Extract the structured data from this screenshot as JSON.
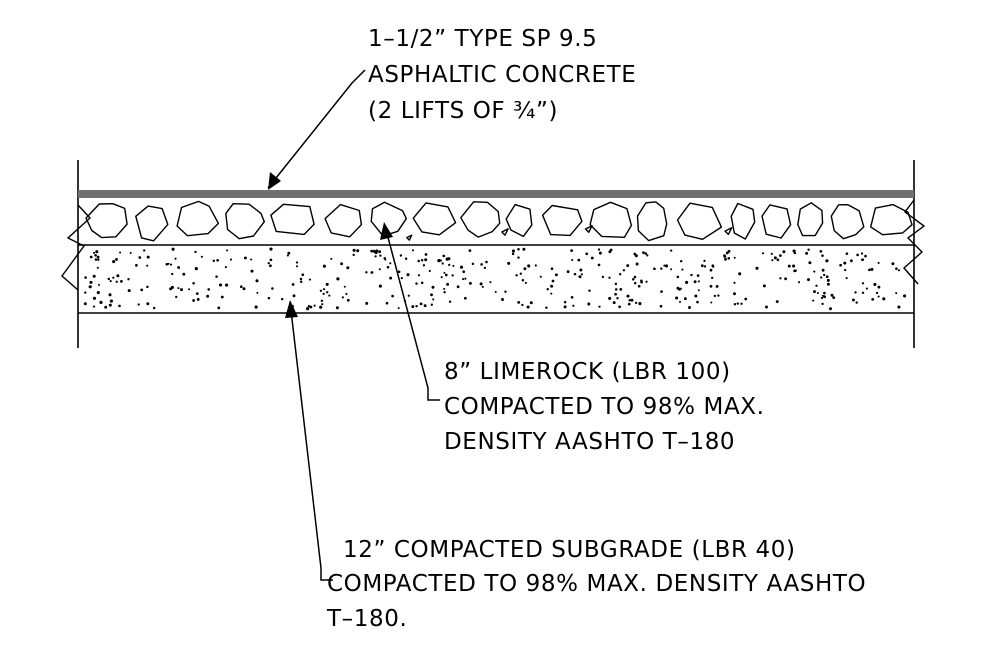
{
  "labels": {
    "asphalt": {
      "line1": "1–1/2” TYPE SP 9.5",
      "line2": "ASPHALTIC CONCRETE",
      "line3": "(2 LIFTS OF ¾”)"
    },
    "limerock": {
      "line1": "8” LIMEROCK (LBR 100)",
      "line2": "COMPACTED TO 98% MAX.",
      "line3": "DENSITY AASHTO T–180"
    },
    "subgrade": {
      "line1": "12” COMPACTED SUBGRADE (LBR 40)",
      "line2": "COMPACTED TO 98% MAX. DENSITY AASHTO",
      "line3": "T–180."
    }
  },
  "colors": {
    "asphalt_band": "#707070",
    "linework": "#000000",
    "background": "#ffffff"
  }
}
